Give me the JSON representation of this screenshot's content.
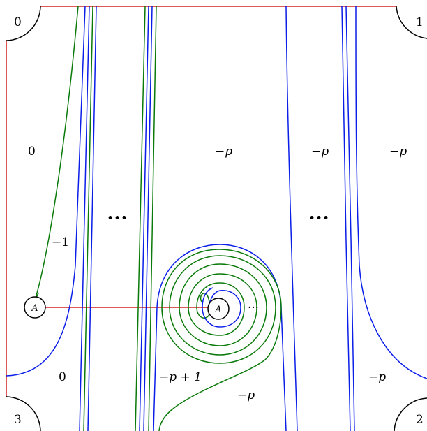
{
  "corners": [
    "0",
    "1",
    "2",
    "3"
  ],
  "nodes": {
    "left": "A",
    "center": "A"
  },
  "region_labels": {
    "top_left": "0",
    "top_middle": "−p",
    "top_right_inner": "−p",
    "top_right_outer": "−p",
    "minus_one": "−1",
    "bottom_left": "0",
    "bottom_middle": "−p + 1",
    "bottom_spiral": "−p",
    "bottom_right": "−p"
  },
  "dots": {
    "left": "•••",
    "right": "•••",
    "spiral": "···"
  },
  "colors": {
    "red": "#d42020",
    "blue": "#0a1ee8",
    "green": "#0a7a0a"
  }
}
